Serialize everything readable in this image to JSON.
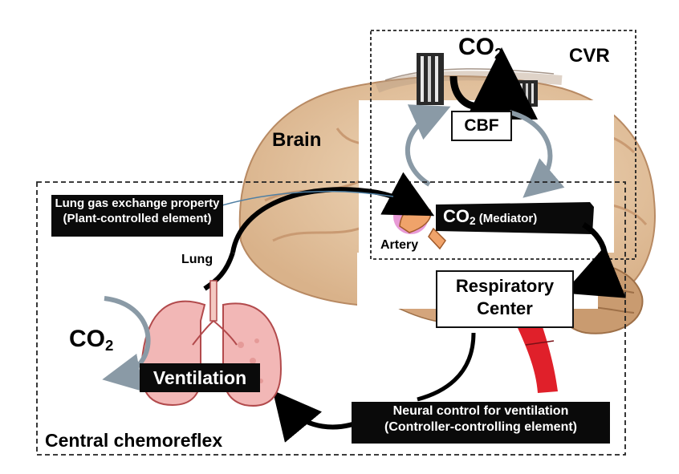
{
  "labels": {
    "co2_top": "CO",
    "co2_top_sub": "2",
    "cvr": "CVR",
    "cbf": "CBF",
    "brain": "Brain",
    "co2_mediator": "CO",
    "co2_mediator_sub": "2",
    "co2_mediator_suffix": " (Mediator)",
    "artery": "Artery",
    "lung_gas_line1": "Lung gas exchange property",
    "lung_gas_line2": "(Plant-controlled element)",
    "lung": "Lung",
    "respiratory_line1": "Respiratory",
    "respiratory_line2": "Center",
    "co2_left": "CO",
    "co2_left_sub": "2",
    "ventilation": "Ventilation",
    "neural_line1": "Neural control for ventilation",
    "neural_line2": "(Controller-controlling element)",
    "central_chemoreflex": "Central chemoreflex"
  },
  "colors": {
    "brain": "#e8c9a4",
    "brain_fold": "#c99a72",
    "cerebellum": "#c99b70",
    "brainstem": "#d4a57c",
    "artery_red": "#e0202a",
    "lung_pink": "#f2b7b6",
    "lung_outline": "#b24a4c",
    "arrow_gray": "#8a9aa6",
    "arrow_black": "#000000"
  }
}
